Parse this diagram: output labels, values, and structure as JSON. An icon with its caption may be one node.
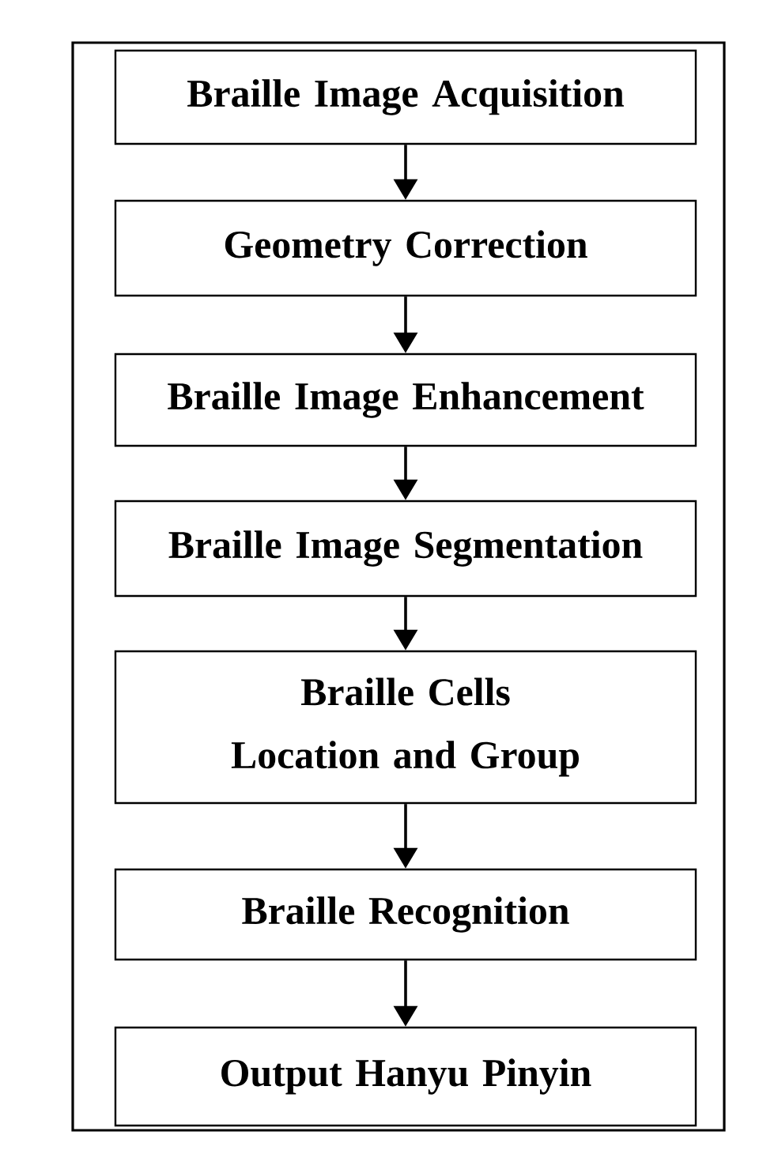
{
  "diagram": {
    "nodes": [
      {
        "text": [
          "Braille Image Acquisition"
        ]
      },
      {
        "text": [
          "Geometry Correction"
        ]
      },
      {
        "text": [
          "Braille Image Enhancement"
        ]
      },
      {
        "text": [
          "Braille Image Segmentation"
        ]
      },
      {
        "text": [
          "Braille Cells Location and Group"
        ]
      },
      {
        "text": [
          "Braille Recognition"
        ]
      },
      {
        "text": [
          "Output Hanyu Pinyin"
        ]
      }
    ],
    "edges": [
      {
        "from": 0,
        "to": 1,
        "arrow": "to"
      },
      {
        "from": 1,
        "to": 2,
        "arrow": "to"
      },
      {
        "from": 2,
        "to": 3,
        "arrow": "to"
      },
      {
        "from": 3,
        "to": 4,
        "arrow": "to"
      },
      {
        "from": 4,
        "to": 5,
        "arrow": "to"
      },
      {
        "from": 5,
        "to": 6,
        "arrow": "to"
      }
    ]
  }
}
